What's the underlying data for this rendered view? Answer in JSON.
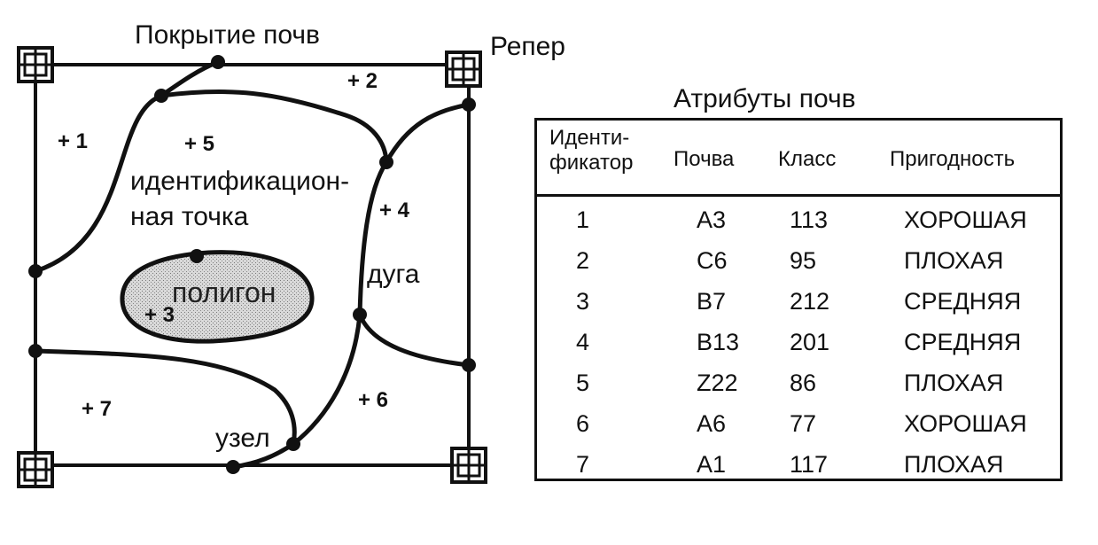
{
  "map": {
    "title": "Покрытие почв",
    "reper_label": "Репер",
    "label_id_point_line1": "идентификацион-",
    "label_id_point_line2": "ная точка",
    "label_arc": "дуга",
    "label_polygon": "полигон",
    "label_node": "узел",
    "polygon_ids": [
      "+ 1",
      "+ 2",
      "+ 3",
      "+ 4",
      "+ 5",
      "+ 6",
      "+ 7"
    ]
  },
  "attributes": {
    "title": "Атрибуты почв",
    "columns": {
      "id_line1": "Иденти-",
      "id_line2": "фикатор",
      "soil": "Почва",
      "class": "Класс",
      "suitability": "Пригодность"
    },
    "rows": [
      {
        "id": "1",
        "soil": "A3",
        "class": "113",
        "suitability": "ХОРОШАЯ"
      },
      {
        "id": "2",
        "soil": "C6",
        "class": "95",
        "suitability": "ПЛОХАЯ"
      },
      {
        "id": "3",
        "soil": "B7",
        "class": "212",
        "suitability": "СРЕДНЯЯ"
      },
      {
        "id": "4",
        "soil": "B13",
        "class": "201",
        "suitability": "СРЕДНЯЯ"
      },
      {
        "id": "5",
        "soil": "Z22",
        "class": "86",
        "suitability": "ПЛОХАЯ"
      },
      {
        "id": "6",
        "soil": "A6",
        "class": "77",
        "suitability": "ХОРОШАЯ"
      },
      {
        "id": "7",
        "soil": "A1",
        "class": "117",
        "suitability": "ПЛОХАЯ"
      }
    ]
  }
}
